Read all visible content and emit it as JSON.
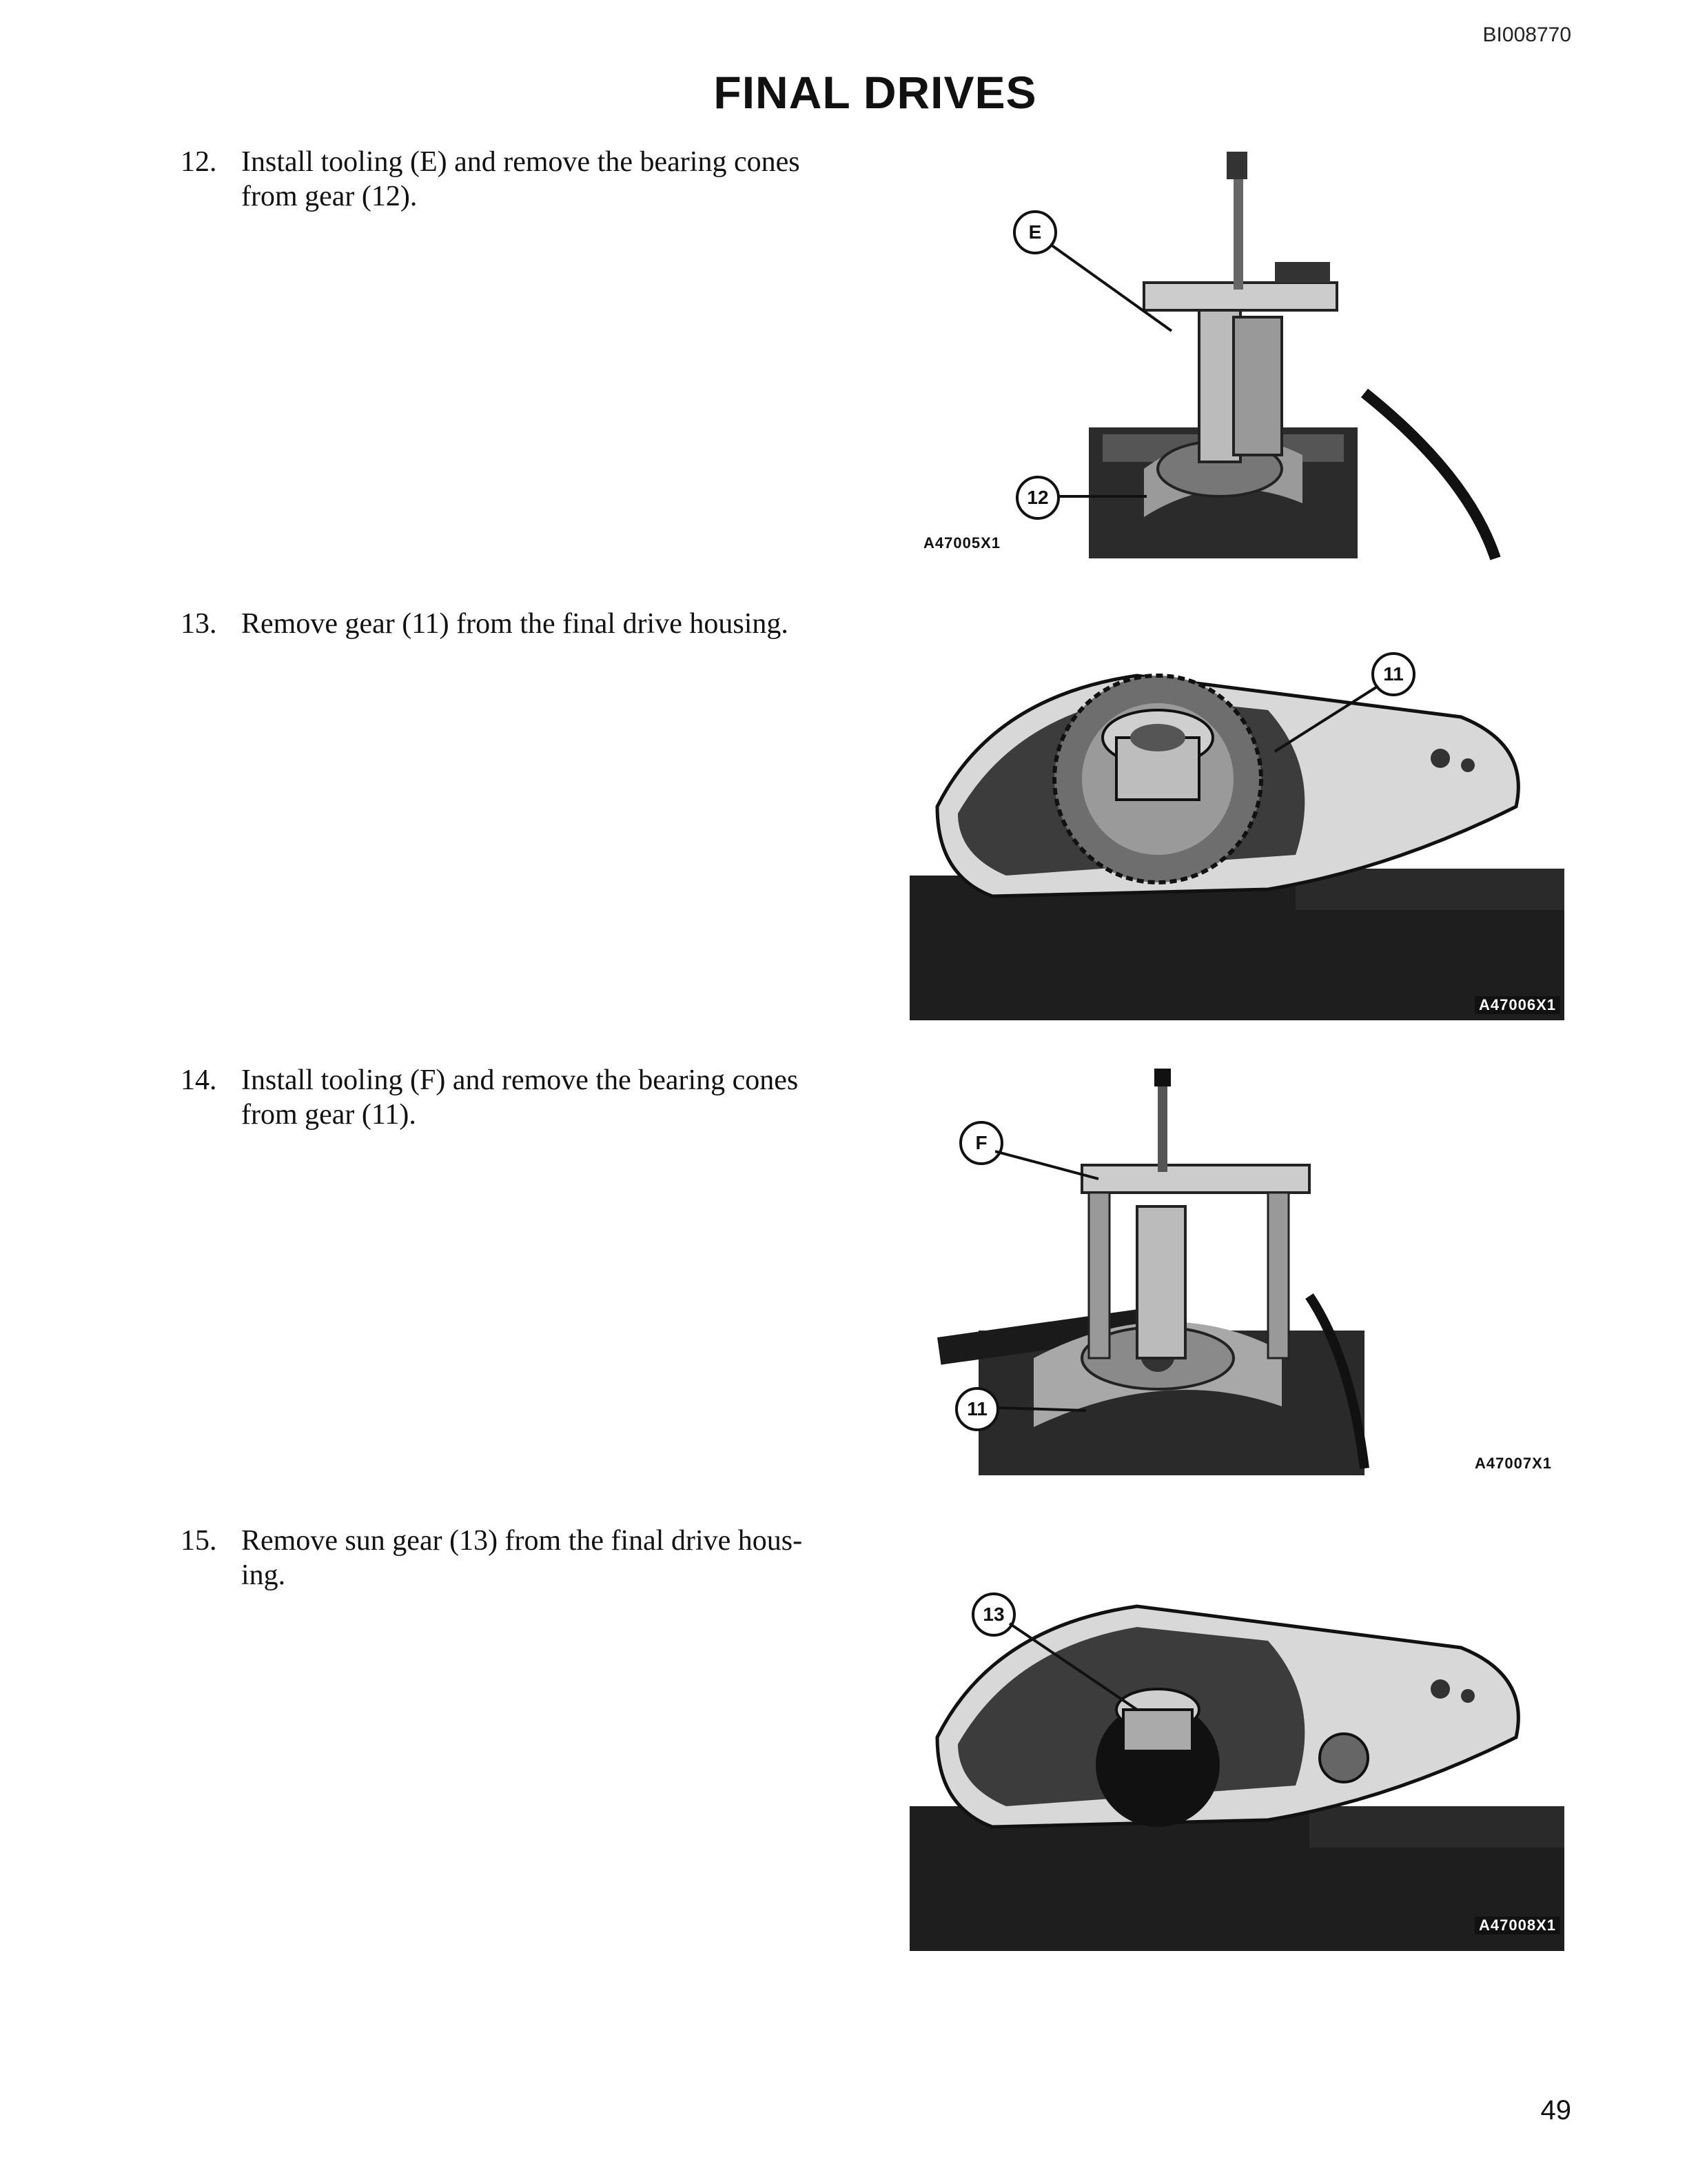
{
  "header": {
    "doc_id": "BI008770",
    "title": "FINAL DRIVES"
  },
  "steps": [
    {
      "num": "12.",
      "line1": "Install tooling (E) and remove the bearing cones",
      "line2": "from gear (12)."
    },
    {
      "num": "13.",
      "line1": "Remove gear (11) from the final drive housing.",
      "line2": ""
    },
    {
      "num": "14.",
      "line1": "Install tooling (F) and remove the bearing cones",
      "line2": "from gear (11)."
    },
    {
      "num": "15.",
      "line1": "Remove sun gear (13) from the final drive hous-",
      "line2": "ing."
    }
  ],
  "figures": [
    {
      "id": "A47005X1",
      "callouts": [
        "E",
        "12"
      ]
    },
    {
      "id": "A47006X1",
      "callouts": [
        "11"
      ]
    },
    {
      "id": "A47007X1",
      "callouts": [
        "F",
        "11"
      ]
    },
    {
      "id": "A47008X1",
      "callouts": [
        "13"
      ]
    }
  ],
  "footer": {
    "page_number": "49"
  }
}
